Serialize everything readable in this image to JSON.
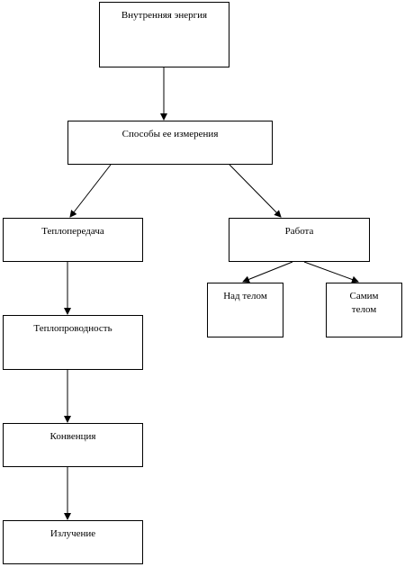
{
  "diagram": {
    "nodes": {
      "internal_energy": "Внутренняя энергия",
      "ways_to_change": "Способы ее измерения",
      "heat_transfer": "Теплопередача",
      "work": "Работа",
      "on_body": "Над телом",
      "by_body": "Самим телом",
      "conduction": "Теплопроводность",
      "convection": "Конвенция",
      "radiation": "Излучение"
    }
  }
}
